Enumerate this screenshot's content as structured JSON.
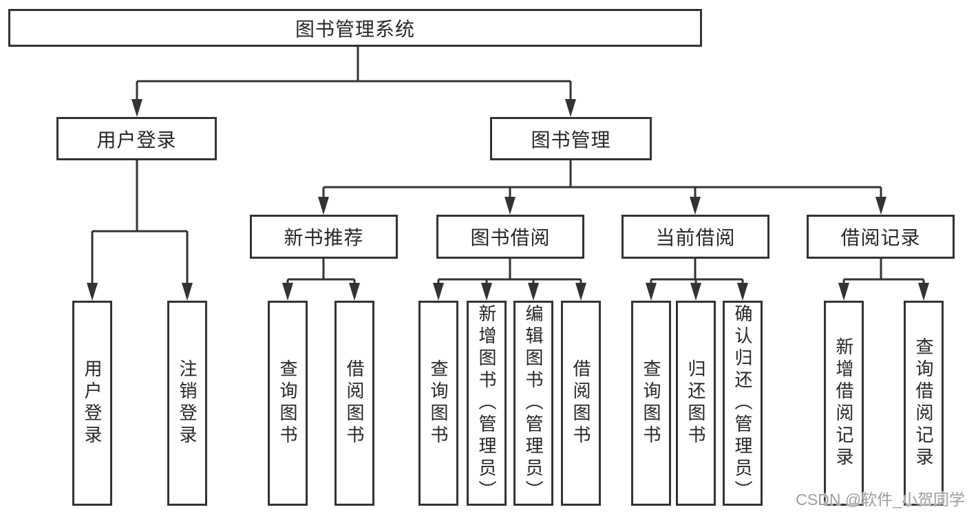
{
  "tree": {
    "label": "图书管理系统",
    "children": [
      {
        "label": "用户登录",
        "children": [
          {
            "label": "用户登录"
          },
          {
            "label": "注销登录"
          }
        ]
      },
      {
        "label": "图书管理",
        "children": [
          {
            "label": "新书推荐",
            "children": [
              {
                "label": "查询图书"
              },
              {
                "label": "借阅图书"
              }
            ]
          },
          {
            "label": "图书借阅",
            "children": [
              {
                "label": "查询图书"
              },
              {
                "label": "新增图书（管理员）"
              },
              {
                "label": "编辑图书（管理员）"
              },
              {
                "label": "借阅图书"
              }
            ]
          },
          {
            "label": "当前借阅",
            "children": [
              {
                "label": "查询图书"
              },
              {
                "label": "归还图书"
              },
              {
                "label": "确认归还（管理员）"
              }
            ]
          },
          {
            "label": "借阅记录",
            "children": [
              {
                "label": "新增借阅记录"
              },
              {
                "label": "查询借阅记录"
              }
            ]
          }
        ]
      }
    ]
  },
  "watermark": "CSDN @软件_小贺同学",
  "colors": {
    "background": "#ffffff",
    "line": "#333333",
    "text": "#262626",
    "watermark": "#9e9e9e"
  }
}
